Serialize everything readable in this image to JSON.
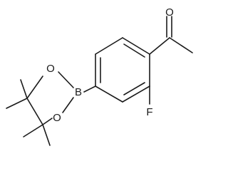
{
  "molecule": {
    "atoms": {
      "oxygen_carbonyl": "O",
      "fluorine": "F",
      "boron": "B",
      "oxygen_ring_top": "O",
      "oxygen_ring_bottom": "O"
    },
    "colors": {
      "bond": "#1a1a1a",
      "label": "#1a1a1a",
      "background": "#ffffff"
    }
  }
}
